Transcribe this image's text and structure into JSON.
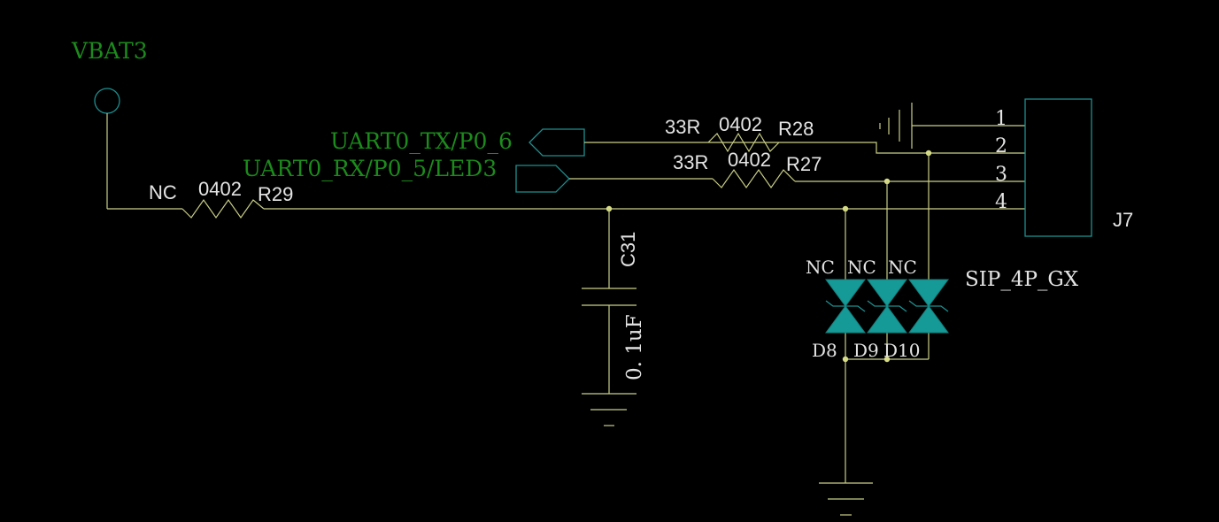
{
  "nets": {
    "vbat": "VBAT3",
    "uart_tx": "UART0_TX/P0_6",
    "uart_rx": "UART0_RX/P0_5/LED3"
  },
  "r29": {
    "value": "NC",
    "package": "0402",
    "ref": "R29"
  },
  "r28": {
    "value": "33R",
    "package": "0402",
    "ref": "R28"
  },
  "r27": {
    "value": "33R",
    "package": "0402",
    "ref": "R27"
  },
  "c31": {
    "ref": "C31",
    "value": "0. 1uF"
  },
  "connector": {
    "ref": "J7",
    "pins": [
      "1",
      "2",
      "3",
      "4"
    ]
  },
  "tvs": {
    "part": "SIP_4P_GX",
    "values": [
      "NC",
      "NC",
      "NC"
    ],
    "refs": [
      "D8",
      "D9",
      "D10"
    ]
  },
  "colors": {
    "background": "#000000",
    "wire": "#c9cf86",
    "net_label": "#1c8a1c",
    "component_text": "#e4e4e4",
    "tvs_fill": "#159a97"
  }
}
